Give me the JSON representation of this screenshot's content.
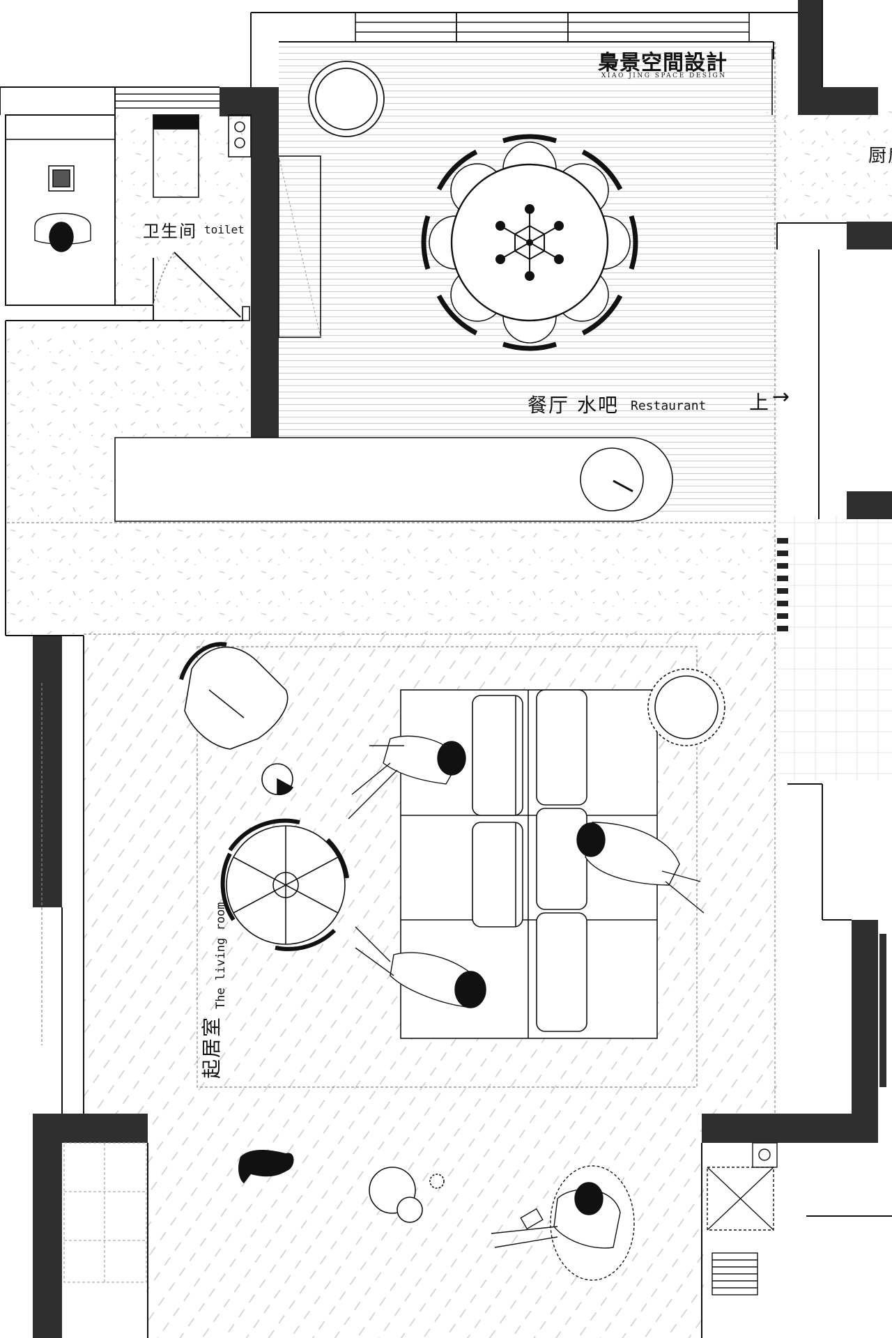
{
  "brand": {
    "name_zh": "梟景空間設計",
    "name_en": "XIAO JING SPACE DESIGN"
  },
  "rooms": {
    "toilet": {
      "name_zh": "卫生间",
      "name_en": "toilet"
    },
    "restaurant": {
      "name_zh": "餐厅",
      "sub_zh": "水吧",
      "name_en": "Restaurant"
    },
    "living": {
      "name_zh": "起居室",
      "name_en": "The living room"
    },
    "kitchen": {
      "name_zh": "厨房"
    }
  },
  "annotations": {
    "stairs_up": "上",
    "stairs_arrow": "→"
  },
  "colors": {
    "wall": "#2f2f2f",
    "line": "#111111",
    "background": "#ffffff",
    "hatch": "#c8c8c8"
  }
}
